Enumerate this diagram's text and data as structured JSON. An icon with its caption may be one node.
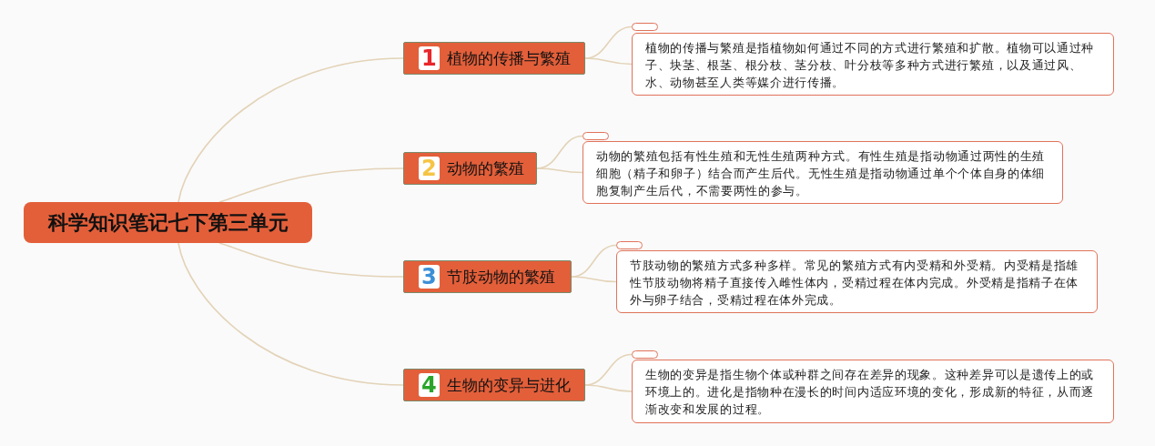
{
  "diagram": {
    "nodes": [
      {
        "text": [
          "科学知识笔记七下第三单元"
        ]
      },
      {
        "text": [
          "1",
          "植物的传播与繁殖"
        ]
      },
      {
        "text": [
          "2",
          "动物的繁殖"
        ]
      },
      {
        "text": [
          "3",
          "节肢动物的繁殖"
        ]
      },
      {
        "text": [
          "4",
          "生物的变异与进化"
        ]
      },
      {
        "text": [],
        "shape": "box"
      },
      {
        "text": [],
        "shape": "box"
      },
      {
        "text": [],
        "shape": "box"
      },
      {
        "text": [],
        "shape": "box"
      },
      {
        "text": [
          "植物的传播与繁殖是指植物如何通过不同的方式进行繁殖和扩散。植物可以通过种子、块茎、根茎、根分枝、茎分枝、叶分枝等多种方式进行繁殖，以及通过风、水、动物甚至人类等媒介进行传播。"
        ]
      },
      {
        "text": [
          "动物的繁殖包括有性生殖和无性生殖两种方式。有性生殖是指动物通过两性的生殖细胞（精子和卵子）结合而产生后代。无性生殖是指动物通过单个个体自身的体细胞复制产生后代，不需要两性的参与。"
        ]
      },
      {
        "text": [
          "节肢动物的繁殖方式多种多样。常见的繁殖方式有内受精和外受精。内受精是指雄性节肢动物将精子直接传入雌性体内，受精过程在体内完成。外受精是指精子在体外与卵子结合，受精过程在体外完成。"
        ]
      },
      {
        "text": [
          "生物的变异是指生物个体或种群之间存在差异的现象。这种差异可以是遗传上的或环境上的。进化是指物种在漫长的时间内适应环境的变化，形成新的特征，从而逐渐改变和发展的过程。"
        ]
      }
    ],
    "edges": [
      {
        "from": 0,
        "to": 1,
        "arrow": "none"
      },
      {
        "from": 0,
        "to": 2,
        "arrow": "none"
      },
      {
        "from": 0,
        "to": 3,
        "arrow": "none"
      },
      {
        "from": 0,
        "to": 4,
        "arrow": "none"
      },
      {
        "from": 1,
        "to": 5,
        "arrow": "none"
      },
      {
        "from": 1,
        "to": 9,
        "arrow": "none"
      },
      {
        "from": 2,
        "to": 6,
        "arrow": "none"
      },
      {
        "from": 2,
        "to": 10,
        "arrow": "none"
      },
      {
        "from": 3,
        "to": 7,
        "arrow": "none"
      },
      {
        "from": 3,
        "to": 11,
        "arrow": "none"
      },
      {
        "from": 4,
        "to": 8,
        "arrow": "none"
      },
      {
        "from": 4,
        "to": 12,
        "arrow": "none"
      }
    ]
  }
}
